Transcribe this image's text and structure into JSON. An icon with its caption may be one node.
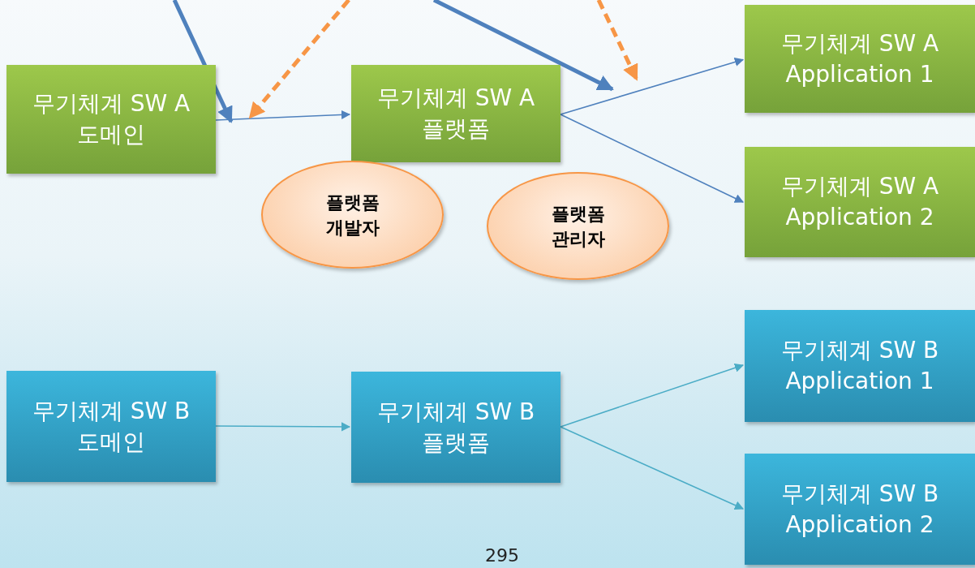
{
  "diagram": {
    "nodes": [
      {
        "text": [
          "무기체계 SW A 도메인"
        ]
      },
      {
        "text": [
          "무기체계 SW A 플랫폼"
        ]
      },
      {
        "text": [
          "무기체계 SW A Application 1"
        ]
      },
      {
        "text": [
          "무기체계 SW A Application 2"
        ]
      },
      {
        "text": [
          "플랫폼 개발자"
        ]
      },
      {
        "text": [
          "플랫폼 관리자"
        ]
      },
      {
        "text": [
          "무기체계 SW B 도메인"
        ]
      },
      {
        "text": [
          "무기체계 SW B 플랫폼"
        ]
      },
      {
        "text": [
          "무기체계 SW B Application 1"
        ]
      },
      {
        "text": [
          "무기체계 SW B Application 2"
        ]
      }
    ],
    "edges": [
      {
        "from": 0,
        "to": 1,
        "arrow": "to",
        "color": "#4f81bd"
      },
      {
        "from": 1,
        "to": 2,
        "arrow": "to",
        "color": "#4f81bd"
      },
      {
        "from": 1,
        "to": 3,
        "arrow": "to",
        "color": "#4f81bd"
      },
      {
        "from": 6,
        "to": 7,
        "arrow": "to",
        "color": "#4bacc6"
      },
      {
        "from": 7,
        "to": 8,
        "arrow": "to",
        "color": "#4bacc6"
      },
      {
        "from": 7,
        "to": 9,
        "arrow": "to",
        "color": "#4bacc6"
      }
    ],
    "labels": [
      "295"
    ]
  }
}
